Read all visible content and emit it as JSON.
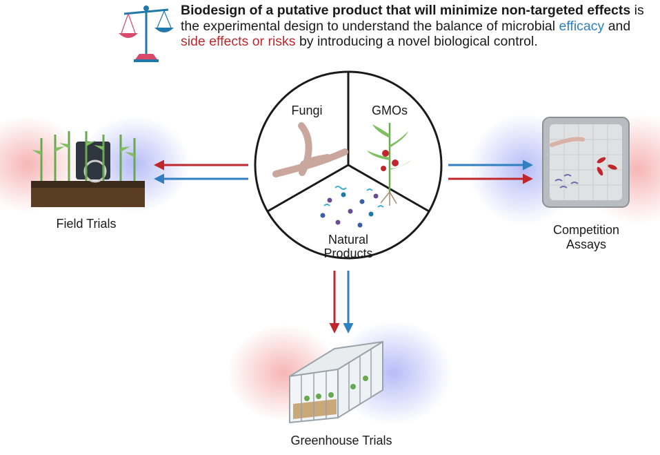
{
  "headline": {
    "bold": "Biodesign of a putative product that will minimize non-targeted effects",
    "text_before": " is the experimental design to understand the balance of microbial ",
    "efficacy": "efficacy",
    "text_and": " and ",
    "side_effects": "side effects or risks",
    "text_after": " by introducing a novel biological control."
  },
  "segments": {
    "fungi": "Fungi",
    "gmos": "GMOs",
    "natural_line1": "Natural",
    "natural_line2": "Products"
  },
  "trials": {
    "field": "Field Trials",
    "competition_line1": "Competition",
    "competition_line2": "Assays",
    "greenhouse": "Greenhouse Trials"
  },
  "colors": {
    "efficacy_blue": "#2f7fc1",
    "risk_red": "#c0272d",
    "scale_red": "#d9496a",
    "scale_blue": "#1f78a8"
  }
}
